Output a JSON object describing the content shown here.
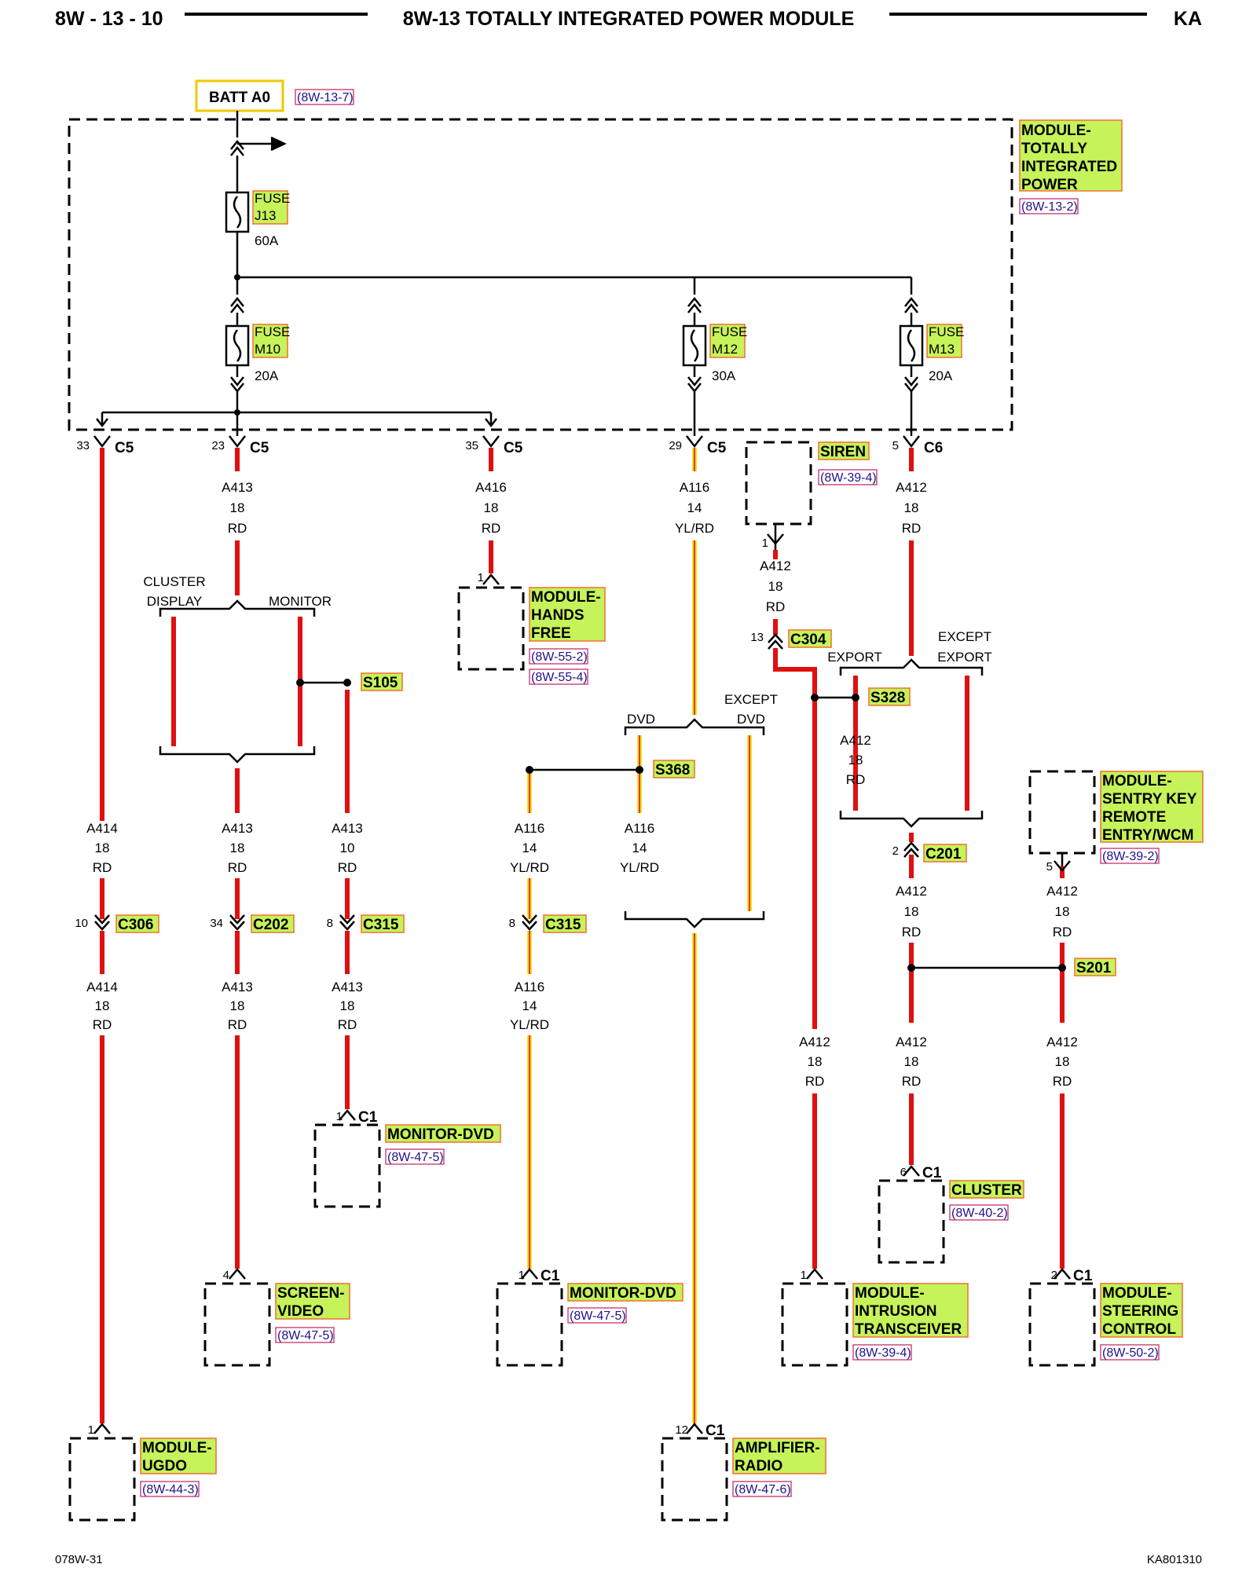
{
  "header": {
    "page_number": "8W - 13 - 10",
    "title": "8W-13 TOTALLY INTEGRATED POWER MODULE",
    "model_code": "KA"
  },
  "footer": {
    "left_code": "078W-31",
    "right_code": "KA801310"
  },
  "power_source": {
    "label": "BATT A0",
    "ref": "(8W-13-7)"
  },
  "tipm": {
    "name_lines": [
      "MODULE-",
      "TOTALLY",
      "INTEGRATED",
      "POWER"
    ],
    "ref": "(8W-13-2)"
  },
  "fuses": [
    {
      "id": "j13",
      "label_lines": [
        "FUSE",
        "J13"
      ],
      "rating": "60A"
    },
    {
      "id": "m10",
      "label_lines": [
        "FUSE",
        "M10"
      ],
      "rating": "20A"
    },
    {
      "id": "m12",
      "label_lines": [
        "FUSE",
        "M12"
      ],
      "rating": "30A"
    },
    {
      "id": "m13",
      "label_lines": [
        "FUSE",
        "M13"
      ],
      "rating": "20A"
    }
  ],
  "tipm_outputs": [
    {
      "id": "c5-33",
      "pin": "33",
      "connector": "C5"
    },
    {
      "id": "c5-23",
      "pin": "23",
      "connector": "C5"
    },
    {
      "id": "c5-35",
      "pin": "35",
      "connector": "C5"
    },
    {
      "id": "c5-29",
      "pin": "29",
      "connector": "C5"
    },
    {
      "id": "c6-5",
      "pin": "5",
      "connector": "C6"
    }
  ],
  "wire_labels": [
    {
      "id": "w1",
      "lines": [
        "A413",
        "18",
        "RD"
      ]
    },
    {
      "id": "w2",
      "lines": [
        "A416",
        "18",
        "RD"
      ]
    },
    {
      "id": "w3",
      "lines": [
        "A116",
        "14",
        "YL/RD"
      ]
    },
    {
      "id": "w4",
      "lines": [
        "A412",
        "18",
        "RD"
      ]
    },
    {
      "id": "w5",
      "lines": [
        "A412",
        "18",
        "RD"
      ]
    },
    {
      "id": "w6",
      "lines": [
        "A414",
        "18",
        "RD"
      ]
    },
    {
      "id": "w7",
      "lines": [
        "A413",
        "18",
        "RD"
      ]
    },
    {
      "id": "w8",
      "lines": [
        "A413",
        "10",
        "RD"
      ]
    },
    {
      "id": "w9",
      "lines": [
        "A116",
        "14",
        "YL/RD"
      ]
    },
    {
      "id": "w10",
      "lines": [
        "A116",
        "14",
        "YL/RD"
      ]
    },
    {
      "id": "w11",
      "lines": [
        "A412",
        "18",
        "RD"
      ]
    },
    {
      "id": "w12",
      "lines": [
        "A412",
        "18",
        "RD"
      ]
    },
    {
      "id": "w13",
      "lines": [
        "A412",
        "18",
        "RD"
      ]
    },
    {
      "id": "w14",
      "lines": [
        "A414",
        "18",
        "RD"
      ]
    },
    {
      "id": "w15",
      "lines": [
        "A413",
        "18",
        "RD"
      ]
    },
    {
      "id": "w16",
      "lines": [
        "A413",
        "18",
        "RD"
      ]
    },
    {
      "id": "w17",
      "lines": [
        "A116",
        "14",
        "YL/RD"
      ]
    },
    {
      "id": "w18",
      "lines": [
        "A412",
        "18",
        "RD"
      ]
    },
    {
      "id": "w19",
      "lines": [
        "A412",
        "18",
        "RD"
      ]
    },
    {
      "id": "w20",
      "lines": [
        "A412",
        "18",
        "RD"
      ]
    }
  ],
  "option_labels": [
    {
      "id": "cluster-display",
      "lines": [
        "CLUSTER",
        "DISPLAY"
      ]
    },
    {
      "id": "monitor",
      "lines": [
        "MONITOR"
      ]
    },
    {
      "id": "dvd",
      "lines": [
        "DVD"
      ]
    },
    {
      "id": "except-dvd",
      "lines": [
        "EXCEPT",
        "DVD"
      ]
    },
    {
      "id": "export",
      "lines": [
        "EXPORT"
      ]
    },
    {
      "id": "except-export",
      "lines": [
        "EXCEPT",
        "EXPORT"
      ]
    }
  ],
  "inline_connectors": [
    {
      "id": "c304",
      "pin": "13",
      "connector": "C304"
    },
    {
      "id": "c201",
      "pin": "2",
      "connector": "C201"
    },
    {
      "id": "c306",
      "pin": "10",
      "connector": "C306"
    },
    {
      "id": "c202",
      "pin": "34",
      "connector": "C202"
    },
    {
      "id": "c315a",
      "pin": "8",
      "connector": "C315"
    },
    {
      "id": "c315b",
      "pin": "8",
      "connector": "C315"
    }
  ],
  "splices": [
    {
      "id": "s105",
      "label": "S105"
    },
    {
      "id": "s368",
      "label": "S368"
    },
    {
      "id": "s328",
      "label": "S328"
    },
    {
      "id": "s201",
      "label": "S201"
    }
  ],
  "components": [
    {
      "id": "siren",
      "pin": "1",
      "connector": "",
      "name_lines": [
        "SIREN"
      ],
      "ref": "(8W-39-4)"
    },
    {
      "id": "hands-free",
      "pin": "1",
      "connector": "",
      "name_lines": [
        "MODULE-",
        "HANDS",
        "FREE"
      ],
      "ref": "(8W-55-2)",
      "ref2": "(8W-55-4)"
    },
    {
      "id": "sentry-key",
      "pin": "5",
      "connector": "",
      "name_lines": [
        "MODULE-",
        "SENTRY KEY",
        "REMOTE",
        "ENTRY/WCM"
      ],
      "ref": "(8W-39-2)"
    },
    {
      "id": "monitor-dvd-1",
      "pin": "1",
      "connector": "C1",
      "name_lines": [
        "MONITOR-DVD"
      ],
      "ref": "(8W-47-5)"
    },
    {
      "id": "cluster",
      "pin": "6",
      "connector": "C1",
      "name_lines": [
        "CLUSTER"
      ],
      "ref": "(8W-40-2)"
    },
    {
      "id": "screen-video",
      "pin": "4",
      "connector": "",
      "name_lines": [
        "SCREEN-",
        "VIDEO"
      ],
      "ref": "(8W-47-5)"
    },
    {
      "id": "monitor-dvd-2",
      "pin": "1",
      "connector": "C1",
      "name_lines": [
        "MONITOR-DVD"
      ],
      "ref": "(8W-47-5)"
    },
    {
      "id": "intrusion",
      "pin": "1",
      "connector": "",
      "name_lines": [
        "MODULE-",
        "INTRUSION",
        "TRANSCEIVER"
      ],
      "ref": "(8W-39-4)"
    },
    {
      "id": "steering",
      "pin": "2",
      "connector": "C1",
      "name_lines": [
        "MODULE-",
        "STEERING",
        "CONTROL"
      ],
      "ref": "(8W-50-2)"
    },
    {
      "id": "ugdo",
      "pin": "1",
      "connector": "",
      "name_lines": [
        "MODULE-",
        "UGDO"
      ],
      "ref": "(8W-44-3)"
    },
    {
      "id": "amplifier",
      "pin": "12",
      "connector": "C1",
      "name_lines": [
        "AMPLIFIER-",
        "RADIO"
      ],
      "ref": "(8W-47-6)"
    }
  ],
  "colors": {
    "wire_red": "#e01010",
    "wire_yellow": "#f0e020",
    "highlight": "#c6f25a"
  }
}
